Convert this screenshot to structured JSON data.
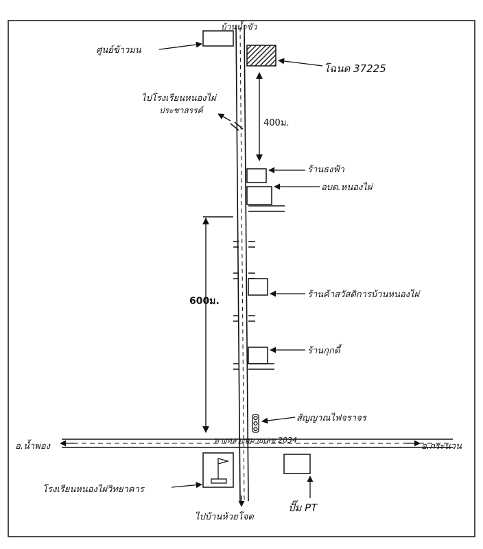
{
  "labels": {
    "temple_top": "บ้านน้ำขัว",
    "health_center": "ศูนย์ข้าวมน",
    "plot_number": "โฉนด 37225",
    "school_top_1": "ไปโรงเรียนหนองไผ่",
    "school_top_2": "ประชาสรรค์",
    "dist_400": "400ม.",
    "shop_1": "ร้านธงฟ้า",
    "sao_office": "อบต.หนองไผ่",
    "dist_600": "600ม.",
    "shop_2": "ร้านค้าสวัสดิการบ้านหนองไผ่",
    "shop_3": "ร้านกุกตี้",
    "traffic_light": "สัญญาณไฟจราจร",
    "highway": "ทางหลวงหมายเลข 2034",
    "left_town": "อ.น้ำพอง",
    "right_town": "อ.กระนวน",
    "school_bottom": "โรงเรียนหนองไผ่วิทยาคาร",
    "gas_station": "ปั๊ม PT",
    "bottom_village": "ไปบ้านห้วยโจด"
  },
  "colors": {
    "ink": "#111111",
    "paper": "#ffffff",
    "hatch": "#222222"
  }
}
